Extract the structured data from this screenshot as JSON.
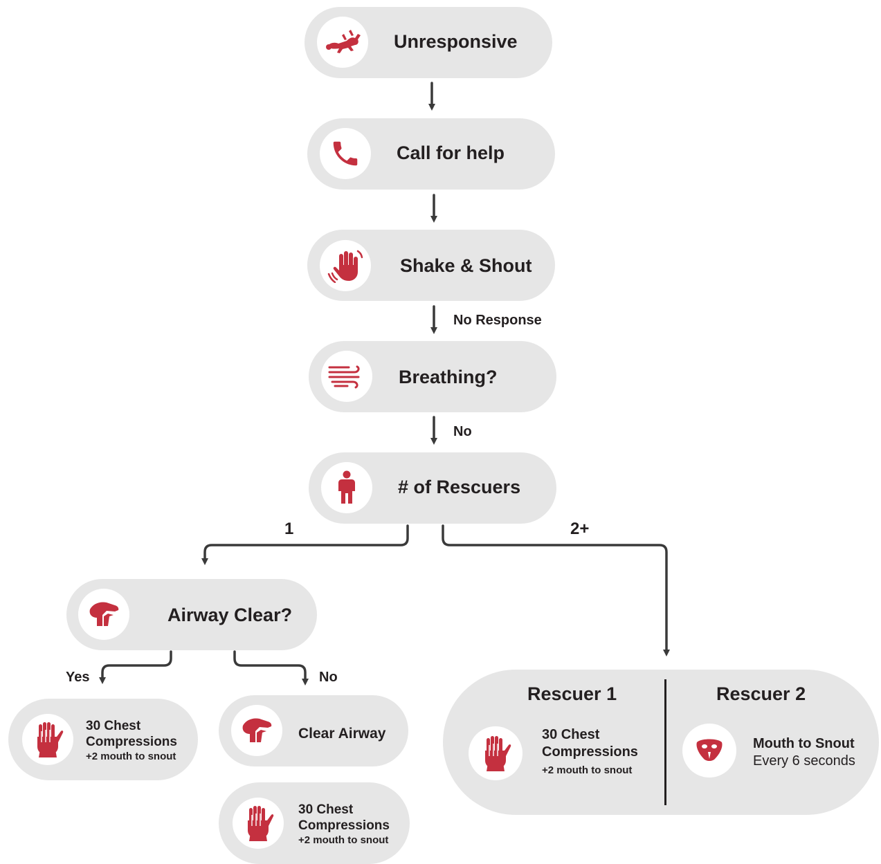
{
  "colors": {
    "accent": "#c4303f",
    "node_fill": "#e6e6e6",
    "arrow": "#3a3a3a"
  },
  "nodes": {
    "unresponsive": {
      "label": "Unresponsive",
      "icon": "lying-dog-icon"
    },
    "call_for_help": {
      "label": "Call for help",
      "icon": "phone-icon"
    },
    "shake_shout": {
      "label": "Shake & Shout",
      "icon": "waving-hand-icon"
    },
    "breathing": {
      "label": "Breathing?",
      "icon": "wind-icon"
    },
    "rescuers": {
      "label": "# of Rescuers",
      "icon": "person-icon"
    },
    "airway_clear": {
      "label": "Airway Clear?",
      "icon": "dog-head-icon"
    },
    "compressions_yes": {
      "title": "30 Chest",
      "title2": "Compressions",
      "sub": "+2 mouth to snout",
      "icon": "hands-icon"
    },
    "clear_airway": {
      "label": "Clear Airway",
      "icon": "dog-head-icon"
    },
    "compressions_after": {
      "title": "30 Chest",
      "title2": "Compressions",
      "sub": "+2 mouth to snout",
      "icon": "hands-icon"
    },
    "two_rescuers": {
      "rescuer1": {
        "heading": "Rescuer 1",
        "line1": "30 Chest",
        "line2": "Compressions",
        "sub": "+2 mouth to snout",
        "icon": "hands-icon"
      },
      "rescuer2": {
        "heading": "Rescuer 2",
        "line1": "Mouth to Snout",
        "line2": "Every 6 seconds",
        "icon": "snout-icon"
      }
    }
  },
  "edge_labels": {
    "no_response": "No Response",
    "no": "No",
    "one": "1",
    "two_plus": "2+",
    "yes": "Yes",
    "no_airway": "No"
  }
}
